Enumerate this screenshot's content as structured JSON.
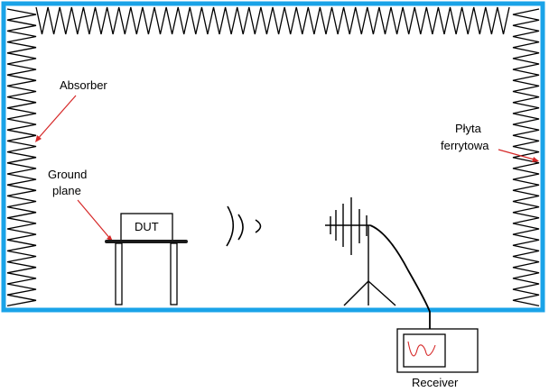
{
  "labels": {
    "absorber": "Absorber",
    "ferrite_line1": "Płyta",
    "ferrite_line2": "ferrytowa",
    "ground_line1": "Ground",
    "ground_line2": "plane",
    "dut": "DUT",
    "receiver": "Receiver"
  },
  "colors": {
    "chamber_wall": "#1aa3e8",
    "absorber": "#000000",
    "leader_line": "#d62828",
    "receiver_trace": "#d62828"
  },
  "icons": {
    "wave": "radiated-emission-arcs",
    "antenna": "log-periodic-antenna",
    "receiver": "spectrum-receiver"
  }
}
